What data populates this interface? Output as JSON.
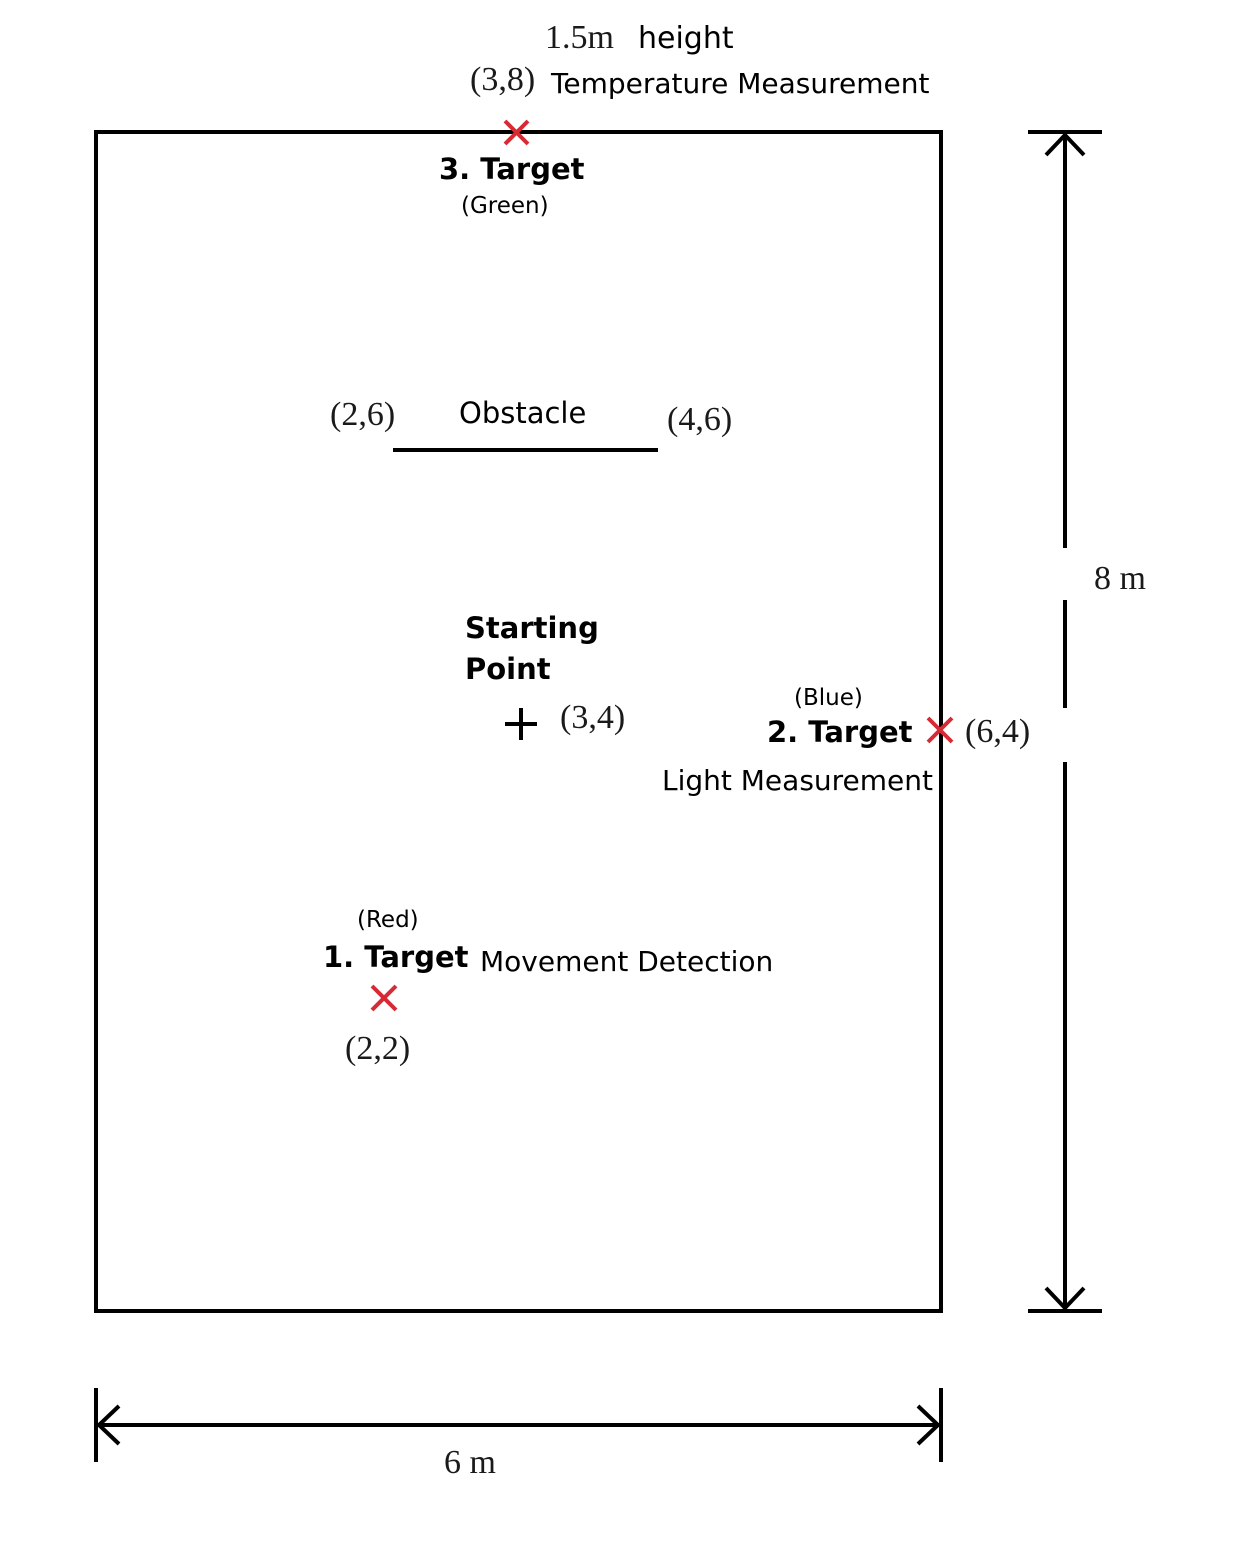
{
  "header": {
    "height_value": "1.5m",
    "height_label": "height",
    "temp_coord": "(3,8)",
    "temp_label": "Temperature Measurement"
  },
  "targets": [
    {
      "title": "3. Target",
      "color_label": "(Green)",
      "coord": "(3,8)",
      "measurement": "Temperature Measurement"
    },
    {
      "title": "2. Target",
      "color_label": "(Blue)",
      "coord": "(6,4)",
      "measurement": "Light Measurement"
    },
    {
      "title": "1. Target",
      "color_label": "(Red)",
      "coord": "(2,2)",
      "measurement": "Movement Detection"
    }
  ],
  "obstacle": {
    "label": "Obstacle",
    "start_coord": "(2,6)",
    "end_coord": "(4,6)"
  },
  "start": {
    "label_line1": "Starting",
    "label_line2": "Point",
    "coord": "(3,4)"
  },
  "dimensions": {
    "height": "8 m",
    "width": "6 m"
  },
  "colors": {
    "marker": "#d62b35",
    "line": "#000000"
  }
}
